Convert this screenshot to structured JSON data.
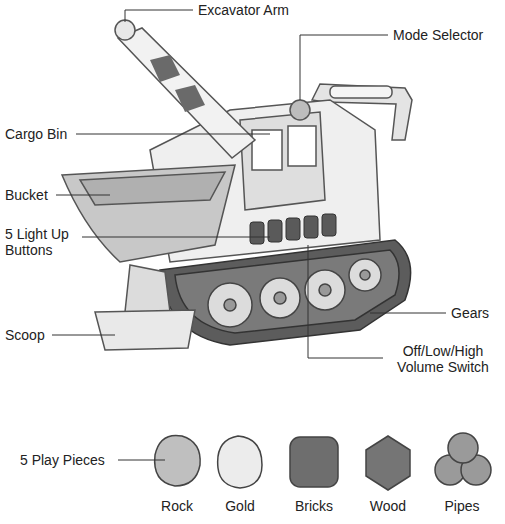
{
  "diagram": {
    "labels": [
      "Excavator Arm",
      "Mode Selector",
      "Cargo Bin",
      "Bucket",
      "5 Light Up Buttons",
      "Scoop",
      "Gears",
      "Off/Low/High Volume Switch",
      "5 Play Pieces",
      "Rock",
      "Gold",
      "Bricks",
      "Wood",
      "Pipes"
    ]
  }
}
